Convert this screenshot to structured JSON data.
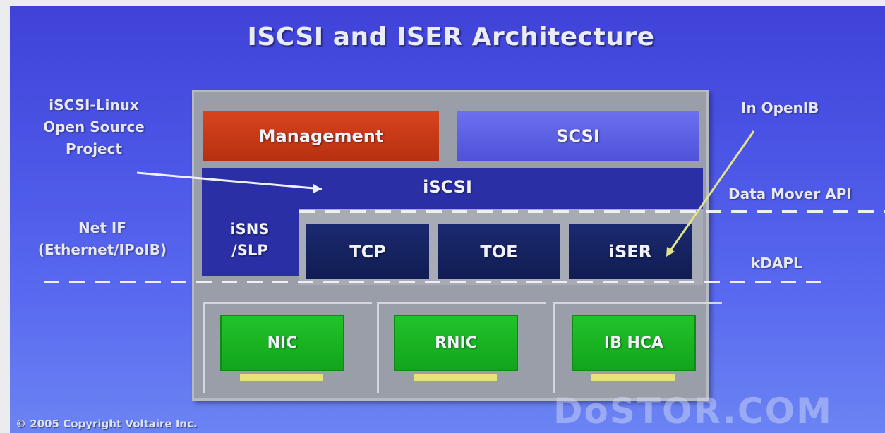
{
  "title": "ISCSI and ISER Architecture",
  "blocks": {
    "management": "Management",
    "scsi": "SCSI",
    "iscsi": "iSCSI",
    "isns_line1": "iSNS",
    "isns_line2": "/SLP",
    "tcp": "TCP",
    "toe": "TOE",
    "iser": "iSER",
    "nic": "NIC",
    "rnic": "RNIC",
    "ib_hca": "IB HCA"
  },
  "annotations": {
    "iscsi_linux_line1": "iSCSI-Linux",
    "iscsi_linux_line2": "Open Source",
    "iscsi_linux_line3": "Project",
    "net_if_line1": "Net IF",
    "net_if_line2": "(Ethernet/IPoIB)",
    "in_openib": "In OpenIB",
    "data_mover_api": "Data Mover API",
    "kdapl": "kDAPL"
  },
  "footer": {
    "copyright": "© 2005 Copyright Voltaire Inc.",
    "watermark": "DoSTOR.COM"
  },
  "colors": {
    "background": "#4b55e6",
    "management": "#c8381a",
    "scsi": "#5b5fe2",
    "iscsi": "#2a2fa6",
    "transport": "#13205c",
    "adapter": "#1ab424",
    "dashed_line": "#f0f0f4",
    "pointer_line": "#e0e48a"
  }
}
